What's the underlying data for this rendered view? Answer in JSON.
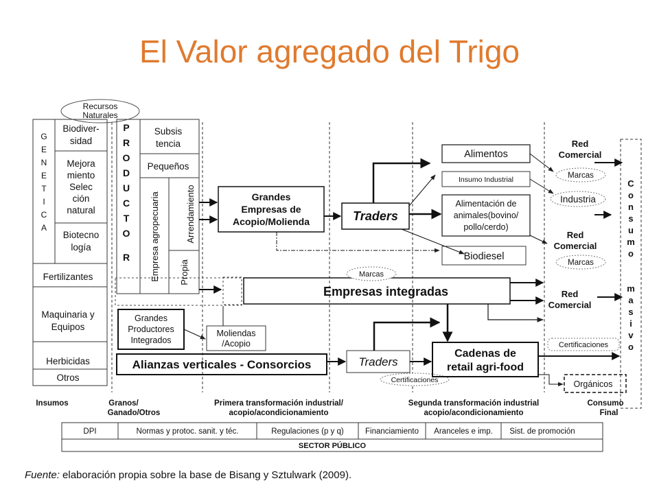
{
  "title": "El Valor agregado del Trigo",
  "source": {
    "prefix": "Fuente:",
    "text": " elaboración propia sobre la base de Bisang y Sztulwark (2009)."
  },
  "recursos": [
    "Recursos",
    "Naturales"
  ],
  "genetica_letters": [
    "G",
    "E",
    "N",
    "E",
    "T",
    "I",
    "C",
    "A"
  ],
  "insumos_col": {
    "biodiversidad": [
      "Biodiver-",
      "sidad"
    ],
    "mejoramiento": [
      "Mejora",
      "miento",
      "Selec",
      "ción",
      "natural"
    ],
    "biotecnologia": [
      "Biotecno",
      "logía"
    ],
    "fertilizantes": "Fertilizantes",
    "maquinaria": [
      "Maquinaria y",
      "Equipos"
    ],
    "herbicidas": "Herbicidas",
    "otros": "Otros"
  },
  "productor_letters": [
    "P",
    "R",
    "O",
    "D",
    "U",
    "C",
    "T",
    "O",
    "R"
  ],
  "productor_col": {
    "subsistencia": [
      "Subsis",
      "tencia"
    ],
    "pequenos": "Pequeños",
    "empresa_agro": "Empresa agropecuaria",
    "arrendamiento": "Arrendamiento",
    "propia": "Propia"
  },
  "grandes_empresas": [
    "Grandes",
    "Empresas de",
    "Acopio/Molienda"
  ],
  "grandes_productores": [
    "Grandes",
    "Productores",
    "Integrados"
  ],
  "moliendas": [
    "Moliendas",
    "/Acopio"
  ],
  "alianzas": "Alianzas verticales - Consorcios",
  "traders_top": "Traders",
  "traders_bottom": "Traders",
  "empresas_integradas": "Empresas integradas",
  "marcas_mid": "Marcas",
  "alimentos": "Alimentos",
  "insumo_industrial": "Insumo Industrial",
  "alimentacion_animal": [
    "Alimentación de",
    "animales(bovino/",
    "pollo/cerdo)"
  ],
  "biodiesel": "Biodiesel",
  "cadenas": [
    "Cadenas de",
    "retail agri-food"
  ],
  "certificaciones_low": "Certificaciones",
  "certificaciones_right": "Certificaciones",
  "organicos": "Orgánicos",
  "right_col": {
    "red_comercial_1": [
      "Red",
      "Comercial"
    ],
    "marcas_1": "Marcas",
    "industria": "Industria",
    "red_comercial_2": [
      "Red",
      "Comercial"
    ],
    "marcas_2": "Marcas",
    "red_comercial_3": [
      "Red",
      "Comercial"
    ]
  },
  "consumo_letters": [
    "C",
    "o",
    "n",
    "s",
    "u",
    "m",
    "o"
  ],
  "masivo_letters": [
    "m",
    "a",
    "s",
    "i",
    "v",
    "o"
  ],
  "stage_labels": {
    "insumos": "Insumos",
    "granos": [
      "Granos/",
      "Ganado/Otros"
    ],
    "primera": [
      "Primera transformación industrial/",
      "acopio/acondicionamiento"
    ],
    "segunda": [
      "Segunda transformación industrial",
      "acopio/acondicionamiento"
    ],
    "consumo": [
      "Consumo",
      "Final"
    ]
  },
  "sector_publico": {
    "cells": [
      "DPI",
      "Normas y protoc. sanit. y téc.",
      "Regulaciones (p y q)",
      "Financiamiento",
      "Aranceles e imp.",
      "Sist. de promoción"
    ],
    "label": "SECTOR PÚBLICO"
  }
}
